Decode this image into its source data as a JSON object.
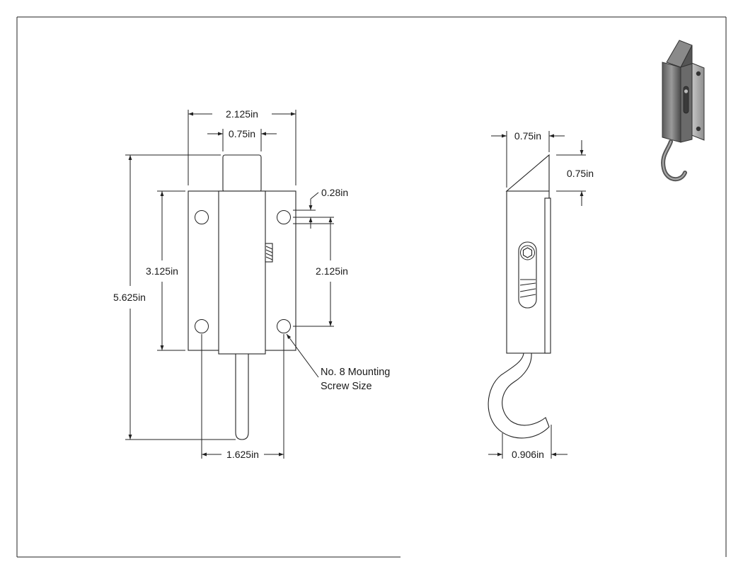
{
  "front_view": {
    "overall_width": "2.125in",
    "plunger_width": "0.75in",
    "hole_offset": "0.28in",
    "body_height": "3.125in",
    "hole_spacing_vertical": "2.125in",
    "overall_height": "5.625in",
    "hole_spacing_horizontal": "1.625in",
    "note_line1": "No. 8 Mounting",
    "note_line2": "Screw Size"
  },
  "side_view": {
    "bevel_width": "0.75in",
    "bevel_height": "0.75in",
    "hook_width": "0.906in"
  },
  "colors": {
    "line": "#222222",
    "background": "#ffffff",
    "render_dark": "#4a4a4a",
    "render_mid": "#8a8a8a"
  }
}
